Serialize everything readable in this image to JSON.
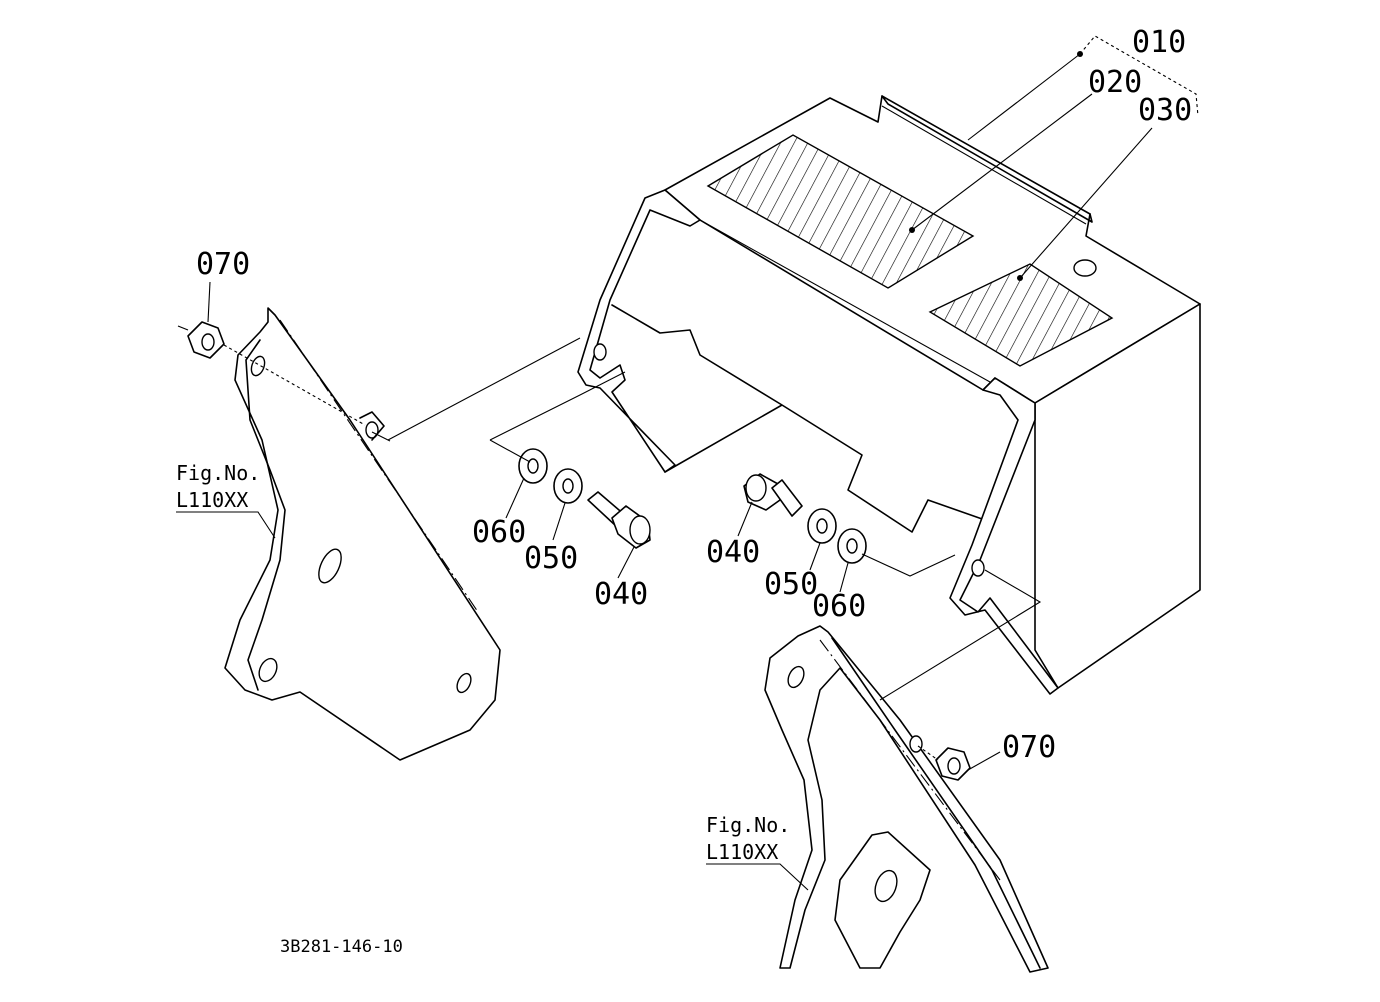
{
  "diagram": {
    "callouts": {
      "p010": "010",
      "p020": "020",
      "p030": "030",
      "p070_left": "070",
      "p060_left": "060",
      "p050_left": "050",
      "p040_left": "040",
      "p040_right": "040",
      "p050_right": "050",
      "p060_right": "060",
      "p070_right": "070"
    },
    "figure_refs": {
      "left": {
        "line1": "Fig.No.",
        "line2": "L110XX"
      },
      "right": {
        "line1": "Fig.No.",
        "line2": "L110XX"
      }
    },
    "drawing_id": "3B281-146-10"
  }
}
